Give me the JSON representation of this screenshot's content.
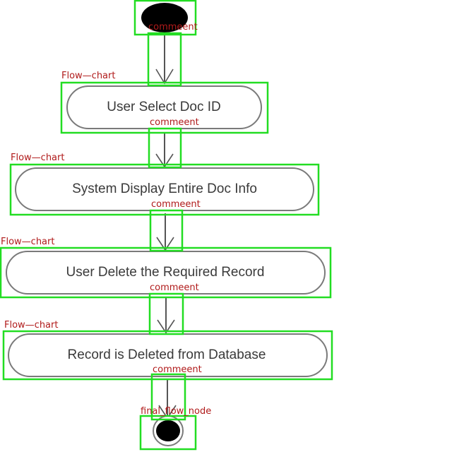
{
  "diagram": {
    "nodes": [
      {
        "id": "start",
        "kind": "initial"
      },
      {
        "id": "n1",
        "kind": "activity",
        "label": "User Select Doc ID"
      },
      {
        "id": "n2",
        "kind": "activity",
        "label": "System Display Entire Doc Info"
      },
      {
        "id": "n3",
        "kind": "activity",
        "label": "User Delete the Required Record"
      },
      {
        "id": "n4",
        "kind": "activity",
        "label": "Record is Deleted from Database"
      },
      {
        "id": "end",
        "kind": "final"
      }
    ],
    "edges": [
      {
        "from": "start",
        "to": "n1"
      },
      {
        "from": "n1",
        "to": "n2"
      },
      {
        "from": "n2",
        "to": "n3"
      },
      {
        "from": "n3",
        "to": "n4"
      },
      {
        "from": "n4",
        "to": "end"
      }
    ],
    "annotations": {
      "activity": "Flow—chart",
      "edge": "commeent",
      "final": "final_flow_node"
    },
    "colors": {
      "detection_box": "#22dd22",
      "annotation_text": "#b01a1a",
      "node_fill": "#000000",
      "outline": "#7a7a7a"
    }
  }
}
